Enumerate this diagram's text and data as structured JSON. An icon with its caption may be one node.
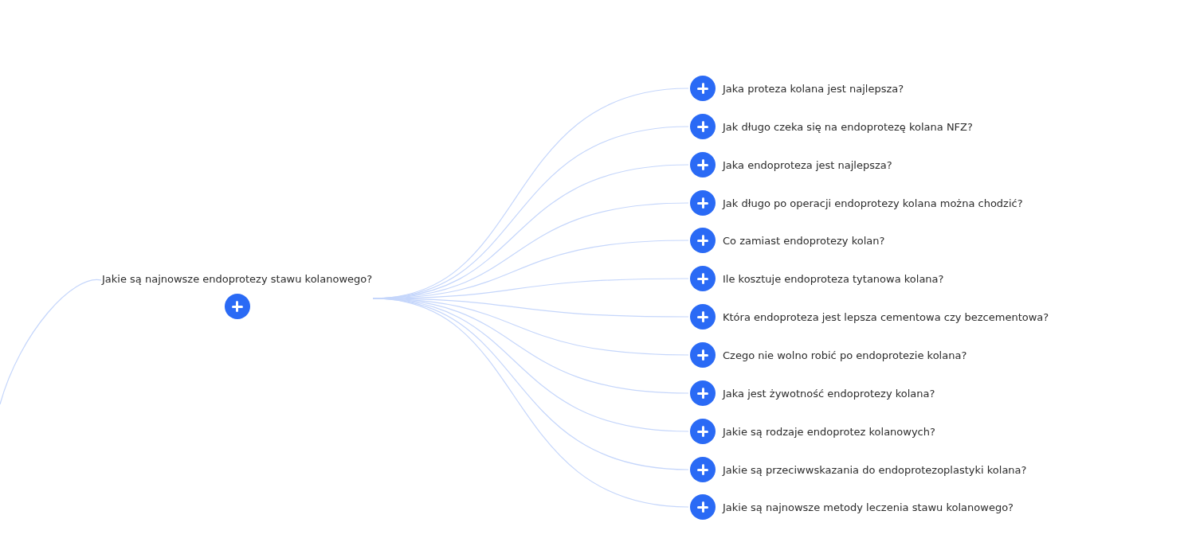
{
  "diagram": {
    "nodes": [
      {
        "text": [
          "Jakie są najnowsze endoprotezy stawu kolanowego?"
        ]
      },
      {
        "text": [
          "Jaka proteza kolana jest najlepsza?"
        ]
      },
      {
        "text": [
          "Jak długo czeka się na endoprotezę kolana NFZ?"
        ]
      },
      {
        "text": [
          "Jaka endoproteza jest najlepsza?"
        ]
      },
      {
        "text": [
          "Jak długo po operacji endoprotezy kolana można chodzić?"
        ]
      },
      {
        "text": [
          "Co zamiast endoprotezy kolan?"
        ]
      },
      {
        "text": [
          "Ile kosztuje endoproteza tytanowa kolana?"
        ]
      },
      {
        "text": [
          "Która endoproteza jest lepsza cementowa czy bezcementowa?"
        ]
      },
      {
        "text": [
          "Czego nie wolno robić po endoprotezie kolana?"
        ]
      },
      {
        "text": [
          "Jaka jest żywotność endoprotezy kolana?"
        ]
      },
      {
        "text": [
          "Jakie są rodzaje endoprotez kolanowych?"
        ]
      },
      {
        "text": [
          "Jakie są przeciwwskazania do endoprotezoplastyki kolana?"
        ]
      },
      {
        "text": [
          "Jakie są najnowsze metody leczenia stawu kolanowego?"
        ]
      }
    ],
    "edges": [
      {
        "from": null,
        "to": 0,
        "arrow": "none"
      },
      {
        "from": 0,
        "to": 1,
        "arrow": "none"
      },
      {
        "from": 0,
        "to": 2,
        "arrow": "none"
      },
      {
        "from": 0,
        "to": 3,
        "arrow": "none"
      },
      {
        "from": 0,
        "to": 4,
        "arrow": "none"
      },
      {
        "from": 0,
        "to": 5,
        "arrow": "none"
      },
      {
        "from": 0,
        "to": 6,
        "arrow": "none"
      },
      {
        "from": 0,
        "to": 7,
        "arrow": "none"
      },
      {
        "from": 0,
        "to": 8,
        "arrow": "none"
      },
      {
        "from": 0,
        "to": 9,
        "arrow": "none"
      },
      {
        "from": 0,
        "to": 10,
        "arrow": "none"
      },
      {
        "from": 0,
        "to": 11,
        "arrow": "none"
      },
      {
        "from": 0,
        "to": 12,
        "arrow": "none"
      }
    ]
  }
}
